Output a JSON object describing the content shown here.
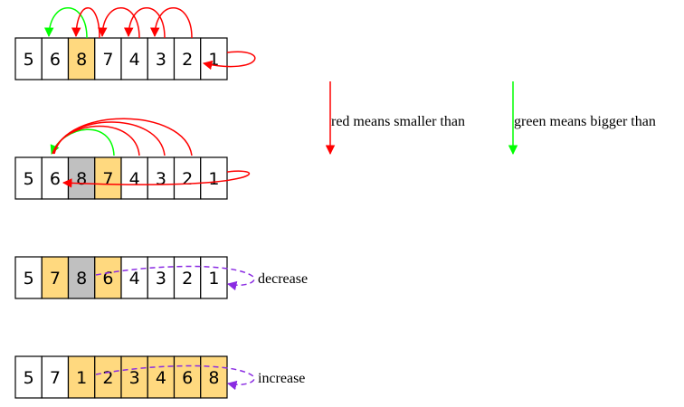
{
  "colors": {
    "highlight": "#ffd97f",
    "pivot": "#c0c0c0",
    "plain": "#ffffff",
    "red_arrow": "#ff0000",
    "green_arrow": "#00ff00",
    "purple_arrow": "#8a2be2"
  },
  "rows": [
    {
      "cells": [
        {
          "value": "5",
          "state": "plain"
        },
        {
          "value": "6",
          "state": "plain"
        },
        {
          "value": "8",
          "state": "highlight"
        },
        {
          "value": "7",
          "state": "plain"
        },
        {
          "value": "4",
          "state": "plain"
        },
        {
          "value": "3",
          "state": "plain"
        },
        {
          "value": "2",
          "state": "plain"
        },
        {
          "value": "1",
          "state": "plain"
        }
      ],
      "label": ""
    },
    {
      "cells": [
        {
          "value": "5",
          "state": "plain"
        },
        {
          "value": "6",
          "state": "plain"
        },
        {
          "value": "8",
          "state": "pivot"
        },
        {
          "value": "7",
          "state": "highlight"
        },
        {
          "value": "4",
          "state": "plain"
        },
        {
          "value": "3",
          "state": "plain"
        },
        {
          "value": "2",
          "state": "plain"
        },
        {
          "value": "1",
          "state": "plain"
        }
      ],
      "label": ""
    },
    {
      "cells": [
        {
          "value": "5",
          "state": "plain"
        },
        {
          "value": "7",
          "state": "highlight"
        },
        {
          "value": "8",
          "state": "pivot"
        },
        {
          "value": "6",
          "state": "highlight"
        },
        {
          "value": "4",
          "state": "plain"
        },
        {
          "value": "3",
          "state": "plain"
        },
        {
          "value": "2",
          "state": "plain"
        },
        {
          "value": "1",
          "state": "plain"
        }
      ],
      "label": "decrease"
    },
    {
      "cells": [
        {
          "value": "5",
          "state": "plain"
        },
        {
          "value": "7",
          "state": "plain"
        },
        {
          "value": "1",
          "state": "highlight"
        },
        {
          "value": "2",
          "state": "highlight"
        },
        {
          "value": "3",
          "state": "highlight"
        },
        {
          "value": "4",
          "state": "highlight"
        },
        {
          "value": "6",
          "state": "highlight"
        },
        {
          "value": "8",
          "state": "highlight"
        }
      ],
      "label": "increase"
    }
  ],
  "legend": {
    "red_label": "red means smaller than",
    "green_label": "green means bigger than"
  }
}
